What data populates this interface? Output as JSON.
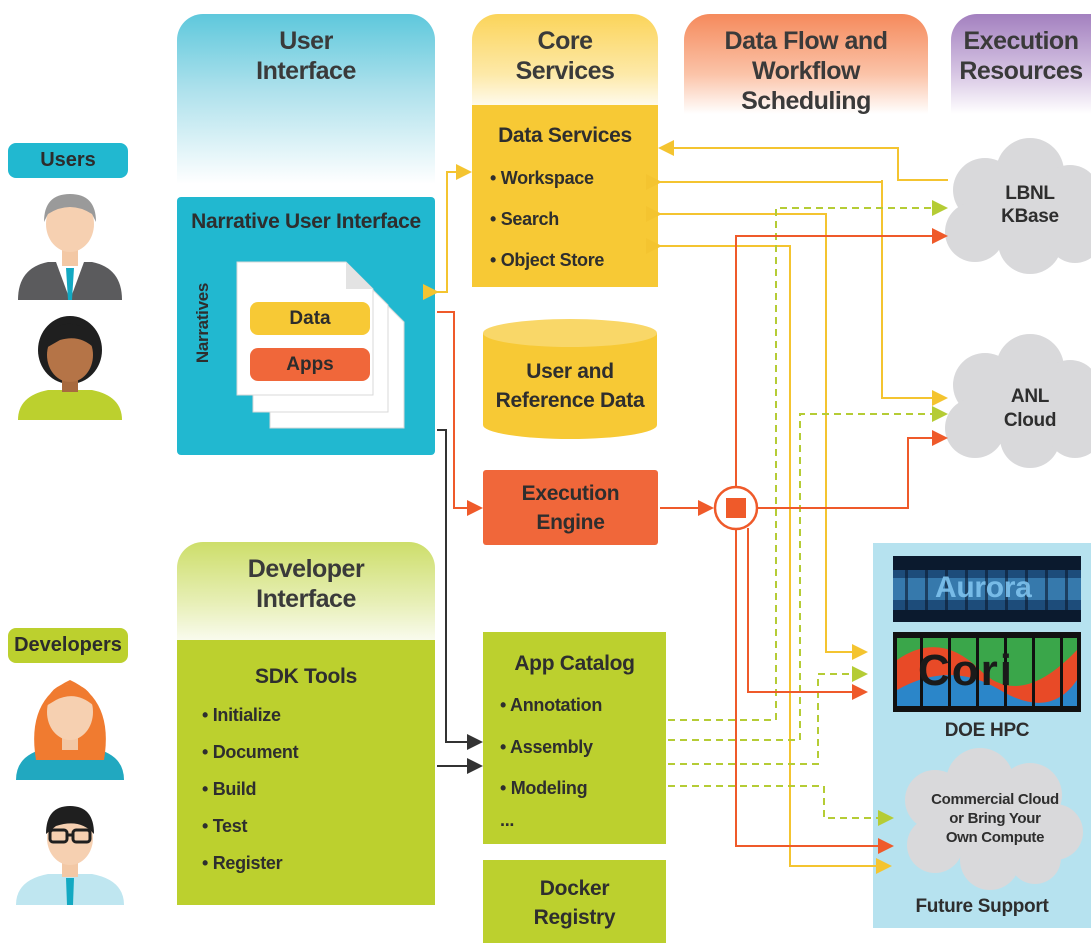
{
  "headers": {
    "user_interface": [
      "User",
      "Interface"
    ],
    "core_services": [
      "Core",
      "Services"
    ],
    "data_flow": [
      "Data Flow and",
      "Workflow Scheduling"
    ],
    "execution_resources": [
      "Execution",
      "Resources"
    ],
    "developer_interface": [
      "Developer",
      "Interface"
    ]
  },
  "actors": {
    "users_label": "Users",
    "developers_label": "Developers"
  },
  "narrative": {
    "title": "Narrative User Interface",
    "side_label": "Narratives",
    "data_label": "Data",
    "apps_label": "Apps"
  },
  "data_services": {
    "title": "Data Services",
    "items": [
      "• Workspace",
      "• Search",
      "• Object Store"
    ]
  },
  "user_ref_data": [
    "User and",
    "Reference Data"
  ],
  "execution_engine": [
    "Execution",
    "Engine"
  ],
  "sdk_tools": {
    "title": "SDK Tools",
    "items": [
      "• Initialize",
      "• Document",
      "• Build",
      "• Test",
      "• Register"
    ]
  },
  "app_catalog": {
    "title": "App Catalog",
    "items": [
      "• Annotation",
      "• Assembly",
      "• Modeling",
      "..."
    ]
  },
  "docker_registry": [
    "Docker",
    "Registry"
  ],
  "resources": {
    "lbnl": [
      "LBNL",
      "KBase"
    ],
    "anl": [
      "ANL",
      "Cloud"
    ],
    "aurora_label": "Aurora",
    "cori_label": "Cori",
    "doe_hpc": "DOE HPC",
    "commercial": [
      "Commercial Cloud",
      "or Bring Your",
      "Own Compute"
    ],
    "future_support": "Future Support"
  },
  "colors": {
    "cyan": "#21b8d0",
    "yellow": "#f7c935",
    "orange": "#f0673a",
    "green": "#bcd02e",
    "purple": "#8a5aa8",
    "cloud_gray": "#d9d9db",
    "resource_panel": "#b6e2ef"
  }
}
